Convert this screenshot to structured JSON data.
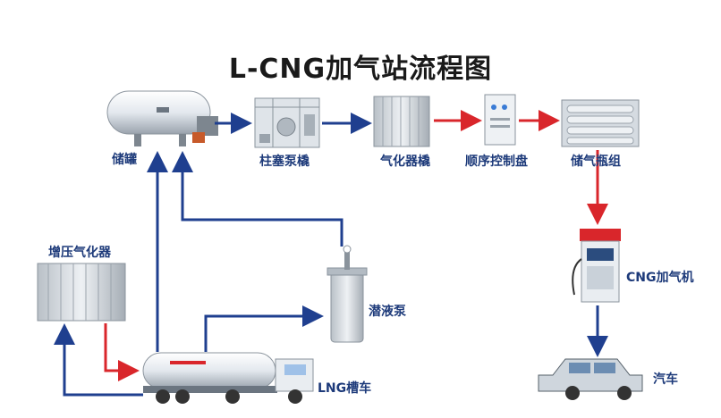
{
  "title": "L-CNG加气站流程图",
  "labels": {
    "storage_tank": "储罐",
    "piston_pump": "柱塞泵橇",
    "vaporizer_skid": "气化器橇",
    "sequence_panel": "顺序控制盘",
    "cylinder_bank": "储气瓶组",
    "pressure_vaporizer": "增压气化器",
    "submerged_pump": "潜液泵",
    "cng_dispenser": "CNG加气机",
    "lng_truck": "LNG槽车",
    "car": "汽车"
  },
  "colors": {
    "flow_blue": "#1f3f8f",
    "flow_red": "#d9262b",
    "label_blue": "#1d3a7a"
  }
}
